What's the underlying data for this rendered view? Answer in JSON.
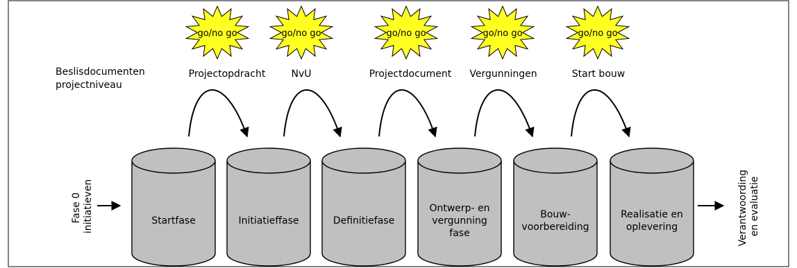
{
  "heading": [
    "Beslisdocumenten",
    "projectniveau"
  ],
  "decisions": [
    {
      "badge": "go/no go",
      "document": "Projectopdracht"
    },
    {
      "badge": "go/no go",
      "document": "NvU"
    },
    {
      "badge": "go/no go",
      "document": "Projectdocument"
    },
    {
      "badge": "go/no go",
      "document": "Vergunningen"
    },
    {
      "badge": "go/no go",
      "document": "Start bouw"
    }
  ],
  "input_label": [
    "Fase 0",
    "initiatieven"
  ],
  "output_label": [
    "Verantwoording",
    "en evaluatie"
  ],
  "phases": [
    {
      "lines": [
        "Startfase"
      ]
    },
    {
      "lines": [
        "Initiatieffase"
      ]
    },
    {
      "lines": [
        "Definitiefase"
      ]
    },
    {
      "lines": [
        "Ontwerp- en",
        "vergunning",
        "fase"
      ]
    },
    {
      "lines": [
        "Bouw-",
        "voorbereiding"
      ]
    },
    {
      "lines": [
        "Realisatie en",
        "oplevering"
      ]
    }
  ],
  "colors": {
    "phase_fill": "#c0c0c0",
    "star_fill": "#ffff22",
    "stroke": "#000000"
  }
}
